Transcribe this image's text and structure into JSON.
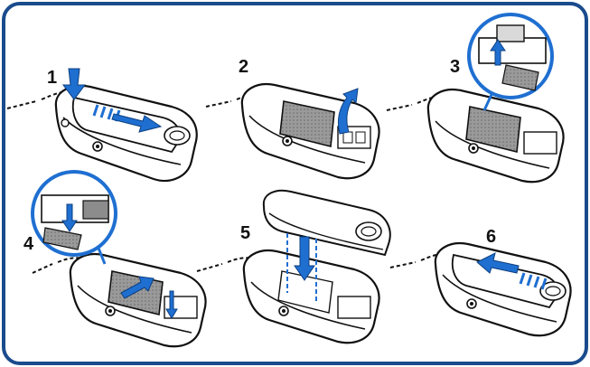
{
  "colors": {
    "frame_border": "#1a4b8c",
    "accent_blue": "#1f6fd1",
    "line": "#111111",
    "panel_fill": "#ffffff",
    "battery_fill": "#8c8c8c",
    "shade_fill": "#d9d9d9"
  },
  "steps": [
    {
      "label": "1",
      "icon": "press-down-slide-arrow"
    },
    {
      "label": "2",
      "icon": "lift-arrow"
    },
    {
      "label": "3",
      "icon": "sim-release-arrow"
    },
    {
      "label": "4",
      "icon": "sim-insert-arrow"
    },
    {
      "label": "5",
      "icon": "cover-down-arrow"
    },
    {
      "label": "6",
      "icon": "slide-lock-arrow"
    }
  ]
}
